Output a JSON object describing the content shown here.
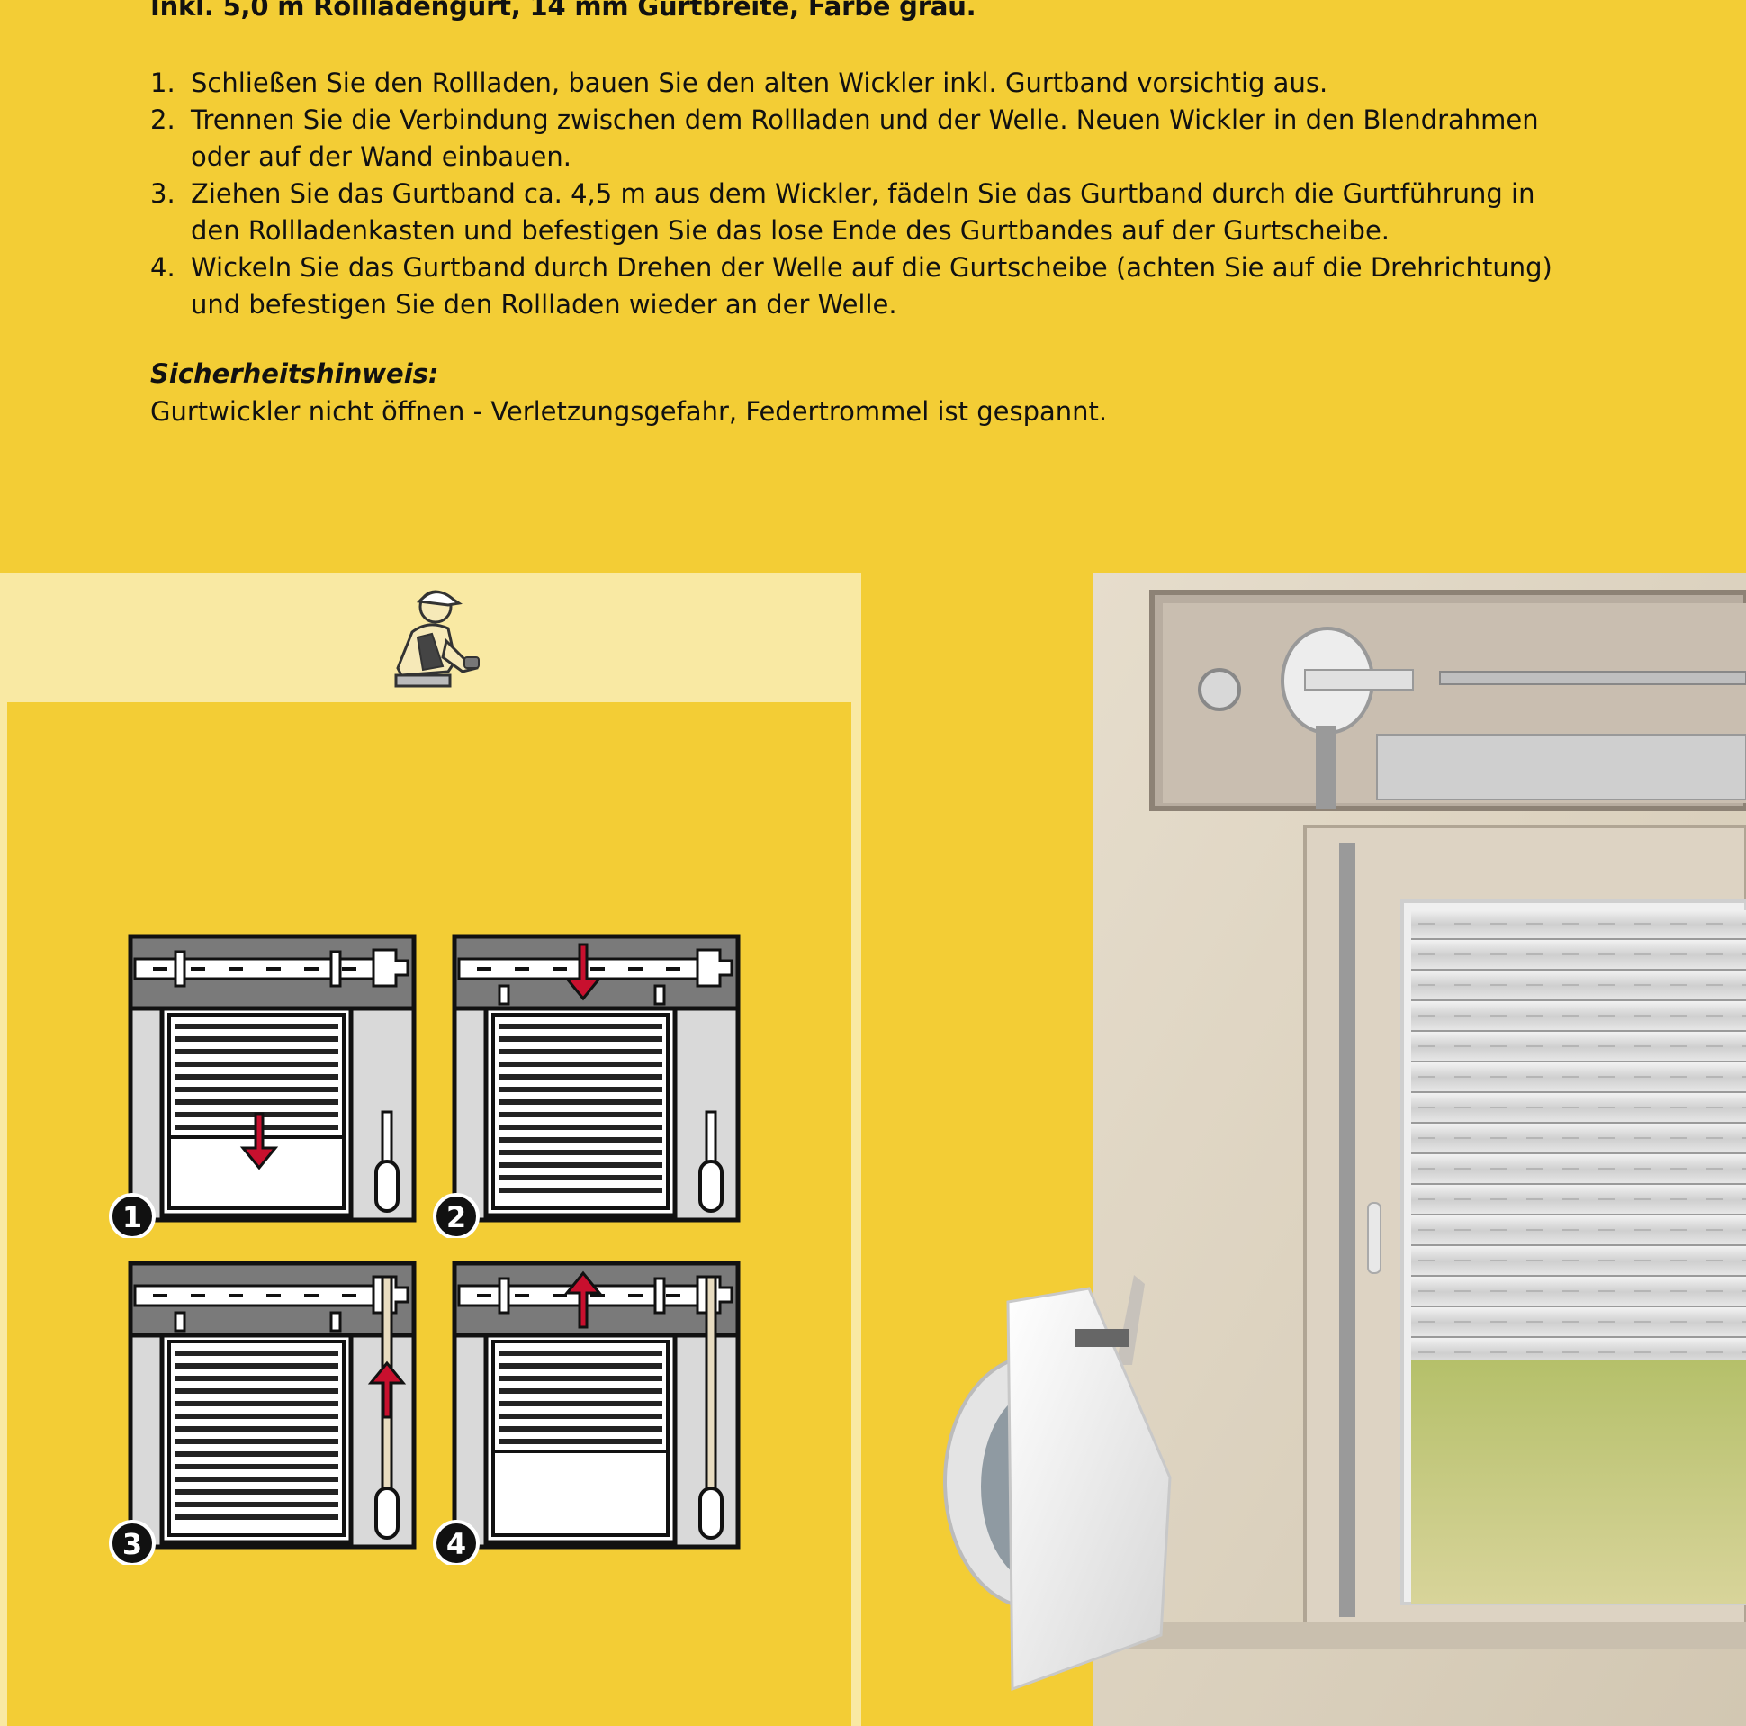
{
  "header": {
    "headline": "Inkl. 5,0 m Rollladengurt, 14 mm Gurtbreite, Farbe grau."
  },
  "steps": [
    {
      "num": "1.",
      "text": "Schließen Sie den Rollladen, bauen Sie den alten Wickler inkl. Gurtband vorsichtig aus."
    },
    {
      "num": "2.",
      "text": "Trennen Sie die Verbindung zwischen dem Rollladen und der Welle. Neuen Wickler in den Blendrahmen oder auf der Wand einbauen."
    },
    {
      "num": "3.",
      "text": "Ziehen Sie das Gurtband ca. 4,5 m aus dem Wickler, fädeln Sie das Gurtband durch die Gurtführung in den Rollladenkasten und befestigen Sie das lose Ende des Gurtbandes auf der Gurtscheibe."
    },
    {
      "num": "4.",
      "text": "Wickeln Sie das Gurtband durch Drehen der Welle auf die Gurtscheibe (achten Sie auf die Drehrichtung) und befestigen Sie den Rollladen wieder an der Welle."
    }
  ],
  "safety": {
    "title": "Sicherheitshinweis:",
    "text": "Gurtwickler nicht öffnen - Verletzungsgefahr, Federtrommel ist gespannt."
  },
  "diagrams": [
    {
      "badge": "1",
      "arrow": "down"
    },
    {
      "badge": "2",
      "arrow": "down"
    },
    {
      "badge": "3",
      "arrow": "up"
    },
    {
      "badge": "4",
      "arrow": "up"
    }
  ],
  "colors": {
    "background": "#f3cd35",
    "panel_light": "#f9e9a3",
    "arrow_red": "#c8102e",
    "frame_gray": "#d9d9d9"
  }
}
